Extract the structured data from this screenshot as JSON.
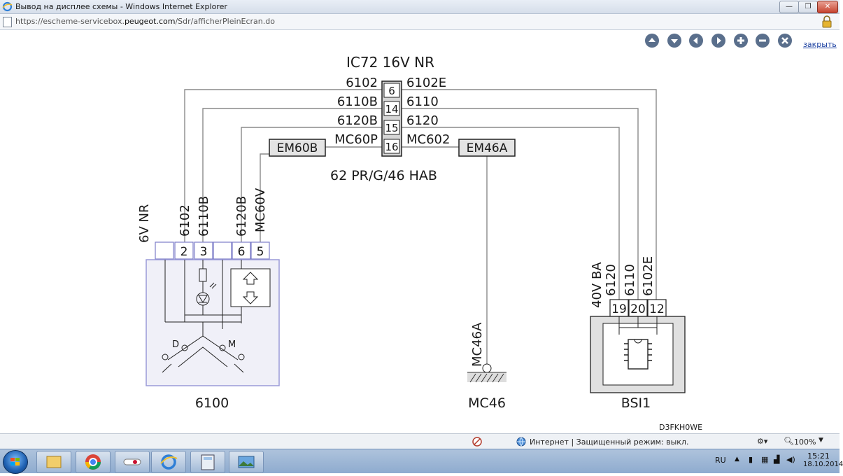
{
  "window": {
    "title": "Вывод на дисплее схемы - Windows Internet Explorer"
  },
  "address": {
    "url_prefix": "https://escheme-servicebox.",
    "url_domain": "peugeot.com",
    "url_path": "/Sdr/afficherPleinEcran.do"
  },
  "viewer": {
    "close_label": "закрыть",
    "nav_icons": [
      "arrow-up-icon",
      "arrow-down-icon",
      "arrow-left-icon",
      "arrow-right-icon",
      "zoom-in-icon",
      "zoom-out-icon",
      "close-icon"
    ]
  },
  "diagram": {
    "connector_title": "IC72 16V NR",
    "connector_sub": "62 PR/G/46 HAB",
    "connector_pins": [
      "6",
      "14",
      "15",
      "16"
    ],
    "left_wires": [
      "6102",
      "6110B",
      "6120B",
      "MC60P"
    ],
    "right_wires": [
      "6102E",
      "6110",
      "6120",
      "MC602"
    ],
    "box_left": "EM60B",
    "box_right": "EM46A",
    "switch": {
      "connector_label": "6V NR",
      "wire_labels": [
        "6102",
        "6110B",
        "6120B",
        "MC60V"
      ],
      "pins": [
        "",
        "2",
        "3",
        "",
        "6",
        "5"
      ],
      "letter_d": "D",
      "letter_m": "M",
      "name": "6100"
    },
    "ground": {
      "wire": "MC46A",
      "name": "MC46"
    },
    "bsi": {
      "connector_label": "40V BA",
      "wire_labels": [
        "6120",
        "6110",
        "6102E"
      ],
      "pins": [
        "19",
        "20",
        "12"
      ],
      "name": "BSI1"
    },
    "ref_code": "D3FKH0WE"
  },
  "statusbar": {
    "zone_text": "Интернет | Защищенный режим: выкл.",
    "zoom": "100%"
  },
  "taskbar": {
    "lang": "RU",
    "time": "15:21",
    "date": "18.10.2014"
  },
  "colors": {
    "wire": "#8a8a8a",
    "switch_border": "#9a9ad8",
    "nav_button": "#5a6f8c"
  }
}
